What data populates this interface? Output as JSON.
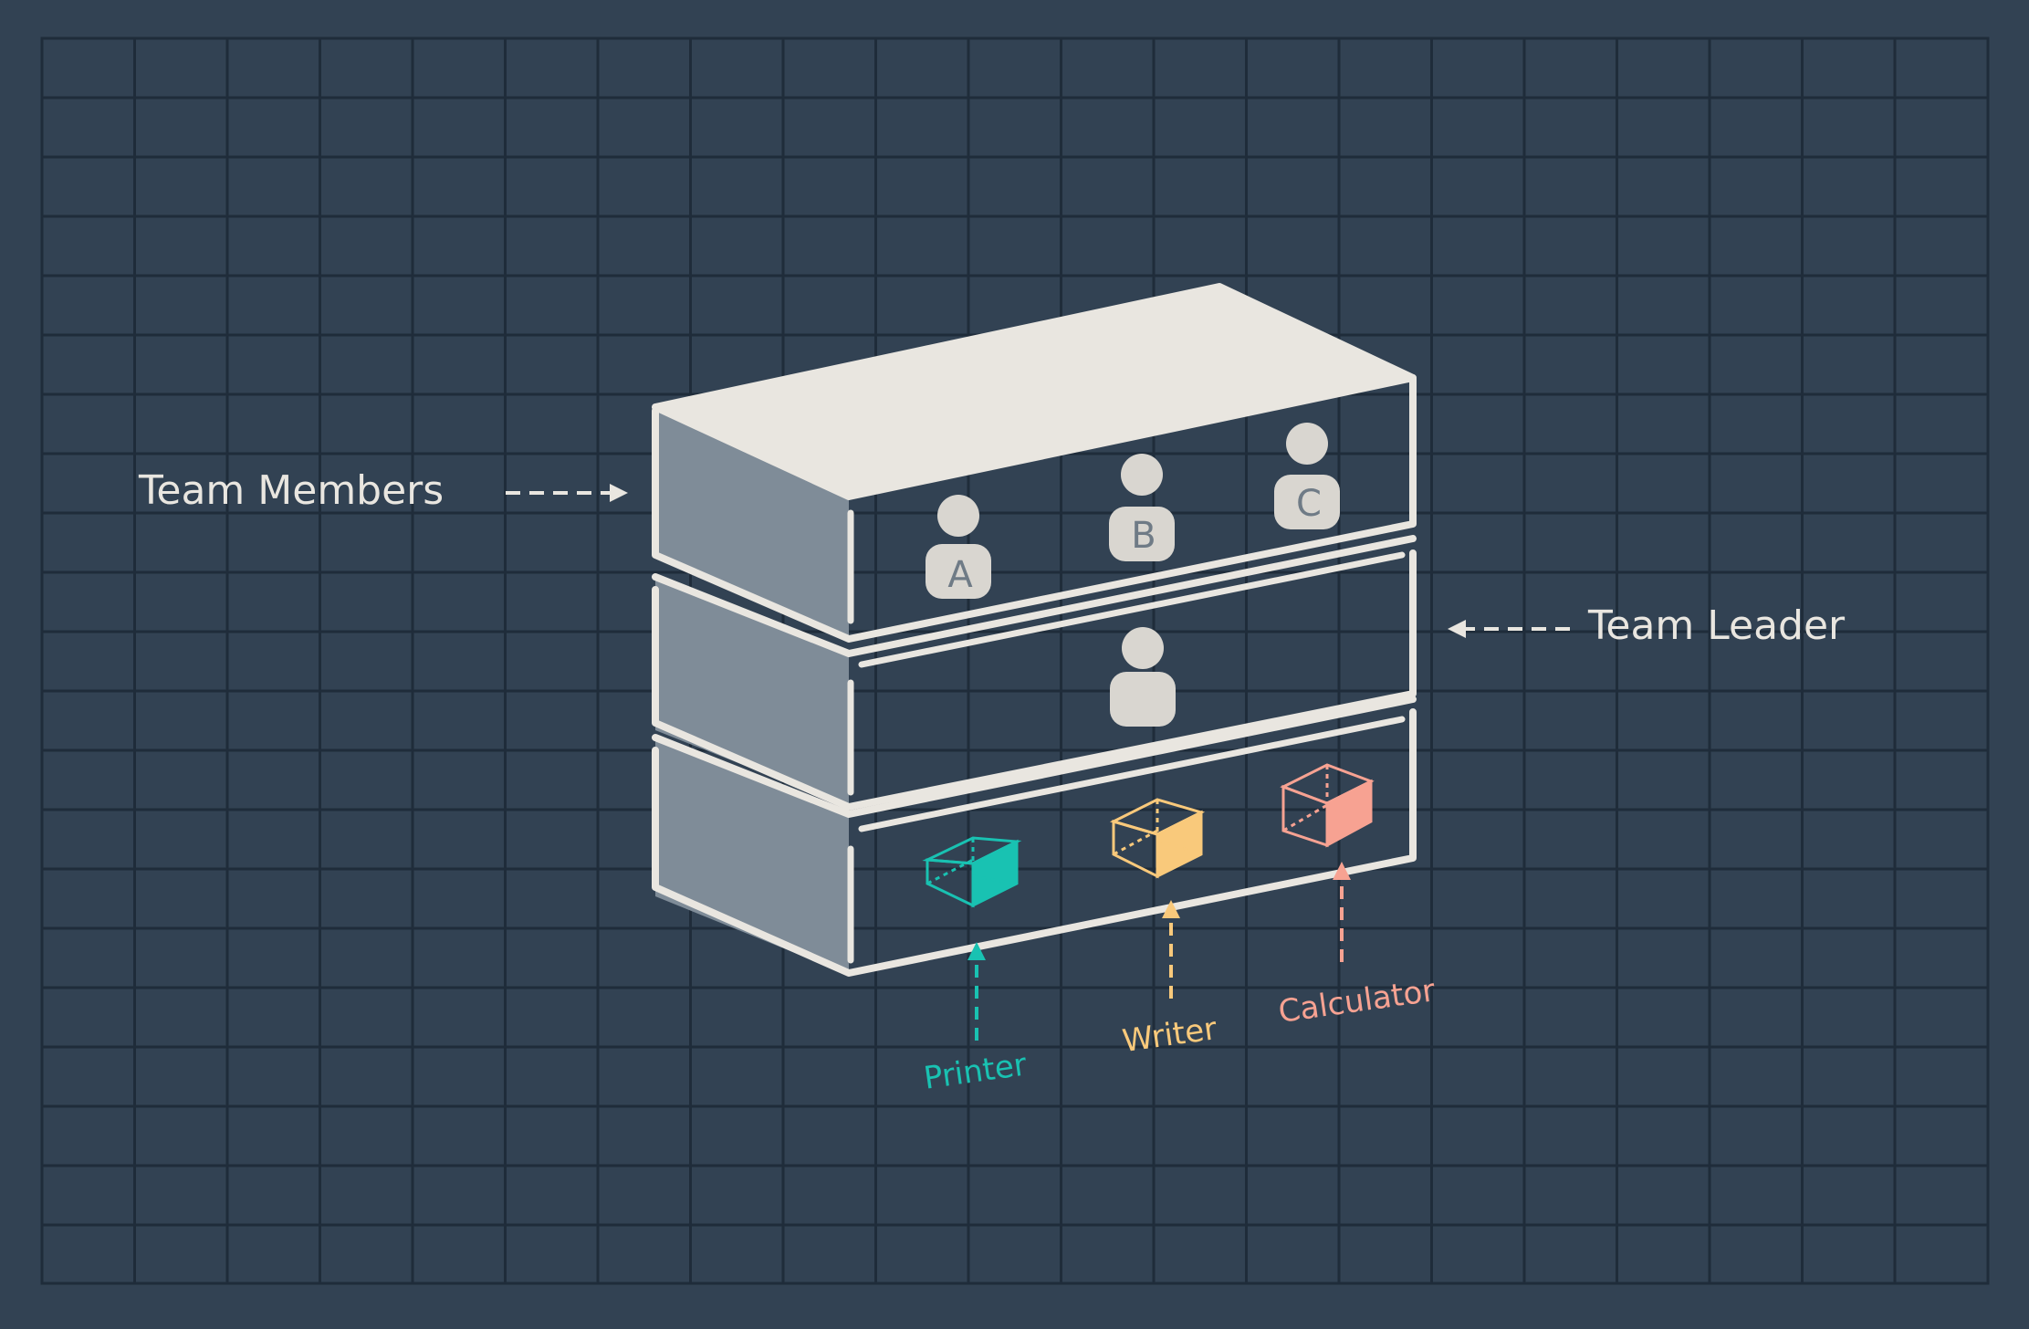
{
  "diagram": {
    "labels": {
      "team_members": "Team Members",
      "team_leader": "Team Leader",
      "printer": "Printer",
      "writer": "Writer",
      "calculator": "Calculator"
    },
    "members": {
      "a": "A",
      "b": "B",
      "c": "C"
    }
  },
  "colors": {
    "background": "#324253",
    "grid": "#1f2c3a",
    "box_stroke": "#e9e6e0",
    "top_face": "#e9e6e0",
    "side_face": "#7f8c98",
    "person": "#d9d6d0",
    "person_letter": "#6f7b86",
    "printer": "#19c2b2",
    "writer": "#f9c97b",
    "calculator": "#f7a292"
  }
}
